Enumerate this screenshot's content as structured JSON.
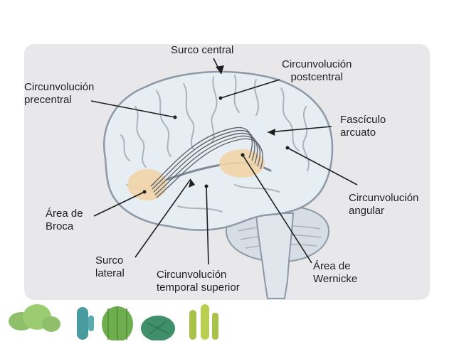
{
  "labels": {
    "surco_central": "Surco central",
    "circ_postcentral": [
      "Circunvolución",
      "postcentral"
    ],
    "circ_precentral": [
      "Circunvolución",
      "precentral"
    ],
    "fasciculo_arcuato": [
      "Fascículo",
      "arcuato"
    ],
    "circ_angular": [
      "Circunvolución",
      "angular"
    ],
    "area_broca": [
      "Área de",
      "Broca"
    ],
    "surco_lateral": [
      "Surco",
      "lateral"
    ],
    "circ_temporal_superior": [
      "Circunvolución",
      "temporal superior"
    ],
    "area_wernicke": [
      "Área de",
      "Wernicke"
    ]
  },
  "colors": {
    "panel": "#e8e8ea",
    "brain": "#e6edf3",
    "brain_stroke": "#8d99a6",
    "fold": "#a9b4bf",
    "highlight": "#f2d4a8",
    "line": "#1e1e1e"
  },
  "cactus_strip": [
    "round-cactus-icon",
    "tall-blue-cactus-icon",
    "barrel-cactus-icon",
    "ball-cactus-icon",
    "spiky-cactus-icon"
  ]
}
